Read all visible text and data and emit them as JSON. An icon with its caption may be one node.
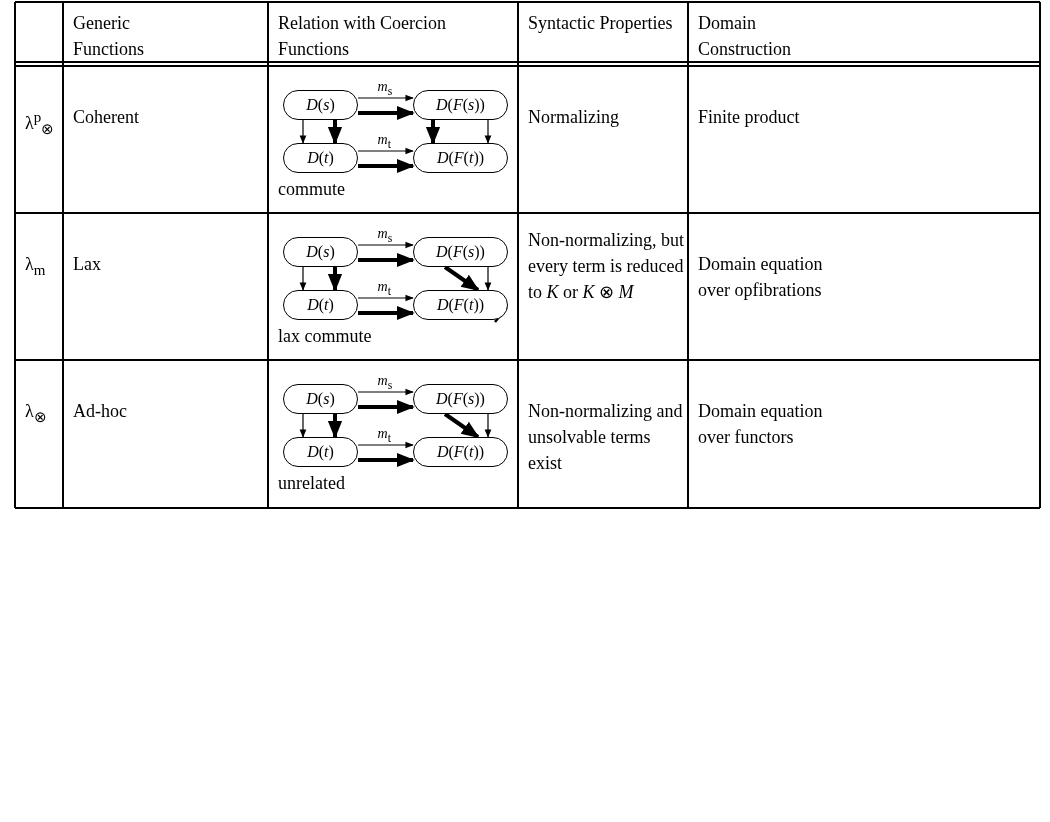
{
  "diagram": {
    "nodes": [
      {
        "text": [
          "*D*(*s*)"
        ]
      },
      {
        "text": [
          "*D*(*F*(*s*))"
        ]
      },
      {
        "text": [
          "*D*(*t*)"
        ]
      },
      {
        "text": [
          "*D*(*F*(*t*))"
        ]
      },
      {
        "text": [
          "*D*(*s*)"
        ]
      },
      {
        "text": [
          "*D*(*F*(*s*))"
        ]
      },
      {
        "text": [
          "*D*(*t*)"
        ]
      },
      {
        "text": [
          "*D*(*F*(*t*))"
        ]
      },
      {
        "text": [
          "*D*(*s*)"
        ]
      },
      {
        "text": [
          "*D*(*F*(*s*))"
        ]
      },
      {
        "text": [
          "*D*(*t*)"
        ]
      },
      {
        "text": [
          "*D*(*F*(*t*))"
        ]
      }
    ],
    "edges": [
      {
        "from": 0,
        "to": 1,
        "arrow": "to",
        "label": "*m*$_{s}$"
      },
      {
        "from": 0,
        "to": 2,
        "arrow": "to"
      },
      {
        "from": 1,
        "to": 3,
        "arrow": "to"
      },
      {
        "from": 2,
        "to": 3,
        "arrow": "to",
        "label": "*m*$_{t}$"
      },
      {
        "from": 0,
        "to": 1,
        "arrow": "to",
        "style": "thick"
      },
      {
        "from": 0,
        "to": 2,
        "arrow": "to",
        "style": "thick"
      },
      {
        "from": 2,
        "to": 3,
        "arrow": "to",
        "style": "thick"
      },
      {
        "from": 1,
        "to": 3,
        "arrow": "to",
        "style": "thick"
      },
      {
        "from": 4,
        "to": 5,
        "arrow": "to",
        "label": "*m*$_{s}$"
      },
      {
        "from": 4,
        "to": 6,
        "arrow": "to"
      },
      {
        "from": 5,
        "to": 7,
        "arrow": "to"
      },
      {
        "from": 6,
        "to": 7,
        "arrow": "to",
        "label": "*m*$_{t}$"
      },
      {
        "from": 4,
        "to": 5,
        "arrow": "to",
        "style": "thick"
      },
      {
        "from": 4,
        "to": 6,
        "arrow": "to",
        "style": "thick"
      },
      {
        "from": 6,
        "to": 7,
        "arrow": "to",
        "style": "thick"
      },
      {
        "from": 5,
        "to": 7,
        "arrow": "to",
        "style": "thick"
      },
      {
        "from": 8,
        "to": 9,
        "arrow": "to",
        "label": "*m*$_{s}$"
      },
      {
        "from": 8,
        "to": 10,
        "arrow": "to"
      },
      {
        "from": 9,
        "to": 11,
        "arrow": "to"
      },
      {
        "from": 10,
        "to": 11,
        "arrow": "to",
        "label": "*m*$_{t}$"
      },
      {
        "from": 8,
        "to": 9,
        "arrow": "to",
        "style": "thick"
      },
      {
        "from": 8,
        "to": 10,
        "arrow": "to",
        "style": "thick"
      },
      {
        "from": 10,
        "to": 11,
        "arrow": "to",
        "style": "thick"
      },
      {
        "from": 9,
        "to": 11,
        "arrow": "to",
        "style": "thick"
      }
    ],
    "labels": [
      "Generic Functions",
      "Relation with Coercion Functions",
      "Syntactic Properties",
      "Domain Construction",
      "λ$^{p}$$_{⊗}$",
      "Coherent",
      "commute",
      "Normalizing",
      "Finite product",
      "λ$_{m}$",
      "Lax",
      "lax commute",
      "Non-normalizing, but every term is reduced to *K* or *K* ⊗ *M*",
      "Domain equation over opfibrations",
      "λ$_{⊗}$",
      "Ad-hoc",
      "unrelated",
      "Non-normalizing and unsolvable terms exist",
      "Domain equation over functors"
    ]
  }
}
